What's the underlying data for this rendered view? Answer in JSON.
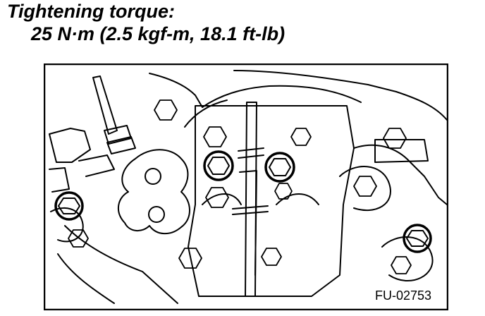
{
  "heading": {
    "label": "Tightening torque:",
    "value": "25 N·m (2.5 kgf-m, 18.1 ft-lb)"
  },
  "figure": {
    "code": "FU-02753",
    "highlighted_bolts": 4,
    "colors": {
      "line": "#000000",
      "background": "#ffffff"
    }
  }
}
